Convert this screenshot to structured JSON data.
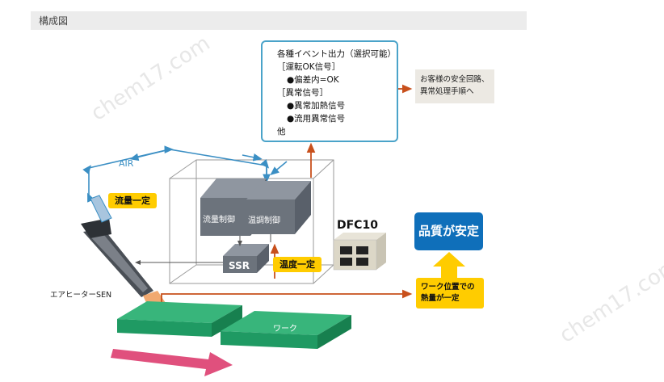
{
  "header": {
    "title": "構成図"
  },
  "events": {
    "lines": [
      "各種イベント出力（選択可能）",
      "［運転OK信号］",
      "●偏差内=OK",
      "［異常信号］",
      "●異常加熱信号",
      "●流用異常信号",
      "他"
    ]
  },
  "customer": {
    "line1": "お客様の安全回路、",
    "line2": "異常処理手順へ"
  },
  "labels": {
    "air": "AIR",
    "flow": "流量一定",
    "flow_control": "流量制御",
    "temp_control": "温調制御",
    "ssr": "SSR",
    "temp_const": "温度一定",
    "device": "DFC10",
    "quality": "品質が安定",
    "workpos_line1": "ワーク位置での",
    "workpos_line2": "熱量が一定",
    "heater": "エアヒーターSEN",
    "work": "ワーク"
  },
  "watermark": "chem17.com",
  "colors": {
    "air_line": "#3b8fc4",
    "signal_arrow": "#c8501c",
    "block_top": "#8f96a0",
    "block_front": "#6c737c",
    "work_green": "#1f9a63",
    "quality_blue": "#0f6fba",
    "highlight": "#ffcc00",
    "direction_arrow": "#e0507d"
  }
}
